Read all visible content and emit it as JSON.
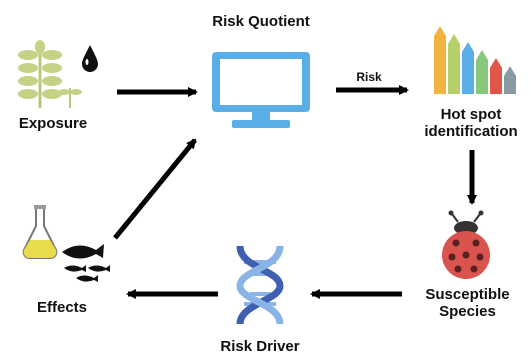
{
  "nodes": {
    "exposure": {
      "label": "Exposure"
    },
    "risk_quotient": {
      "label": "Risk Quotient"
    },
    "hotspot": {
      "label_line1": "Hot spot",
      "label_line2": "identification"
    },
    "susceptible": {
      "label_line1": "Susceptible",
      "label_line2": "Species"
    },
    "risk_driver": {
      "label": "Risk Driver"
    },
    "effects": {
      "label": "Effects"
    }
  },
  "edges": {
    "risk_label": "Risk"
  },
  "colors": {
    "monitor": "#5aaee8",
    "plant": "#b8c87a",
    "arrow": "#000000",
    "dna_dark": "#3f5fb0",
    "dna_light": "#8ab4e6",
    "ladybug": "#d9534f",
    "flask_liquid": "#e8dc4a"
  },
  "bars": [
    "#f2b441",
    "#b5d06a",
    "#5aaee8",
    "#89c77c",
    "#e0574a",
    "#8a9aa3"
  ]
}
